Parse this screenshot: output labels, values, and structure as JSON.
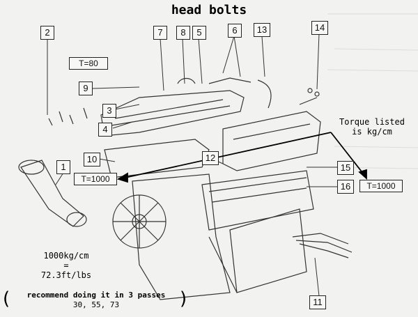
{
  "title": "head bolts",
  "torque_note": [
    "Torque listed",
    "is kg/cm"
  ],
  "conversion": [
    "1000kg/cm",
    "=",
    "72.3ft/lbs"
  ],
  "recommendation": [
    "recommend doing it in 3 passes",
    "30, 55, 73"
  ],
  "parts": [
    "1",
    "2",
    "3",
    "4",
    "5",
    "6",
    "7",
    "8",
    "9",
    "10",
    "11",
    "12",
    "13",
    "14",
    "15",
    "16"
  ],
  "torque_labels": {
    "t80": "T=80",
    "t1000_left": "T=1000",
    "t1000_right": "T=1000"
  }
}
